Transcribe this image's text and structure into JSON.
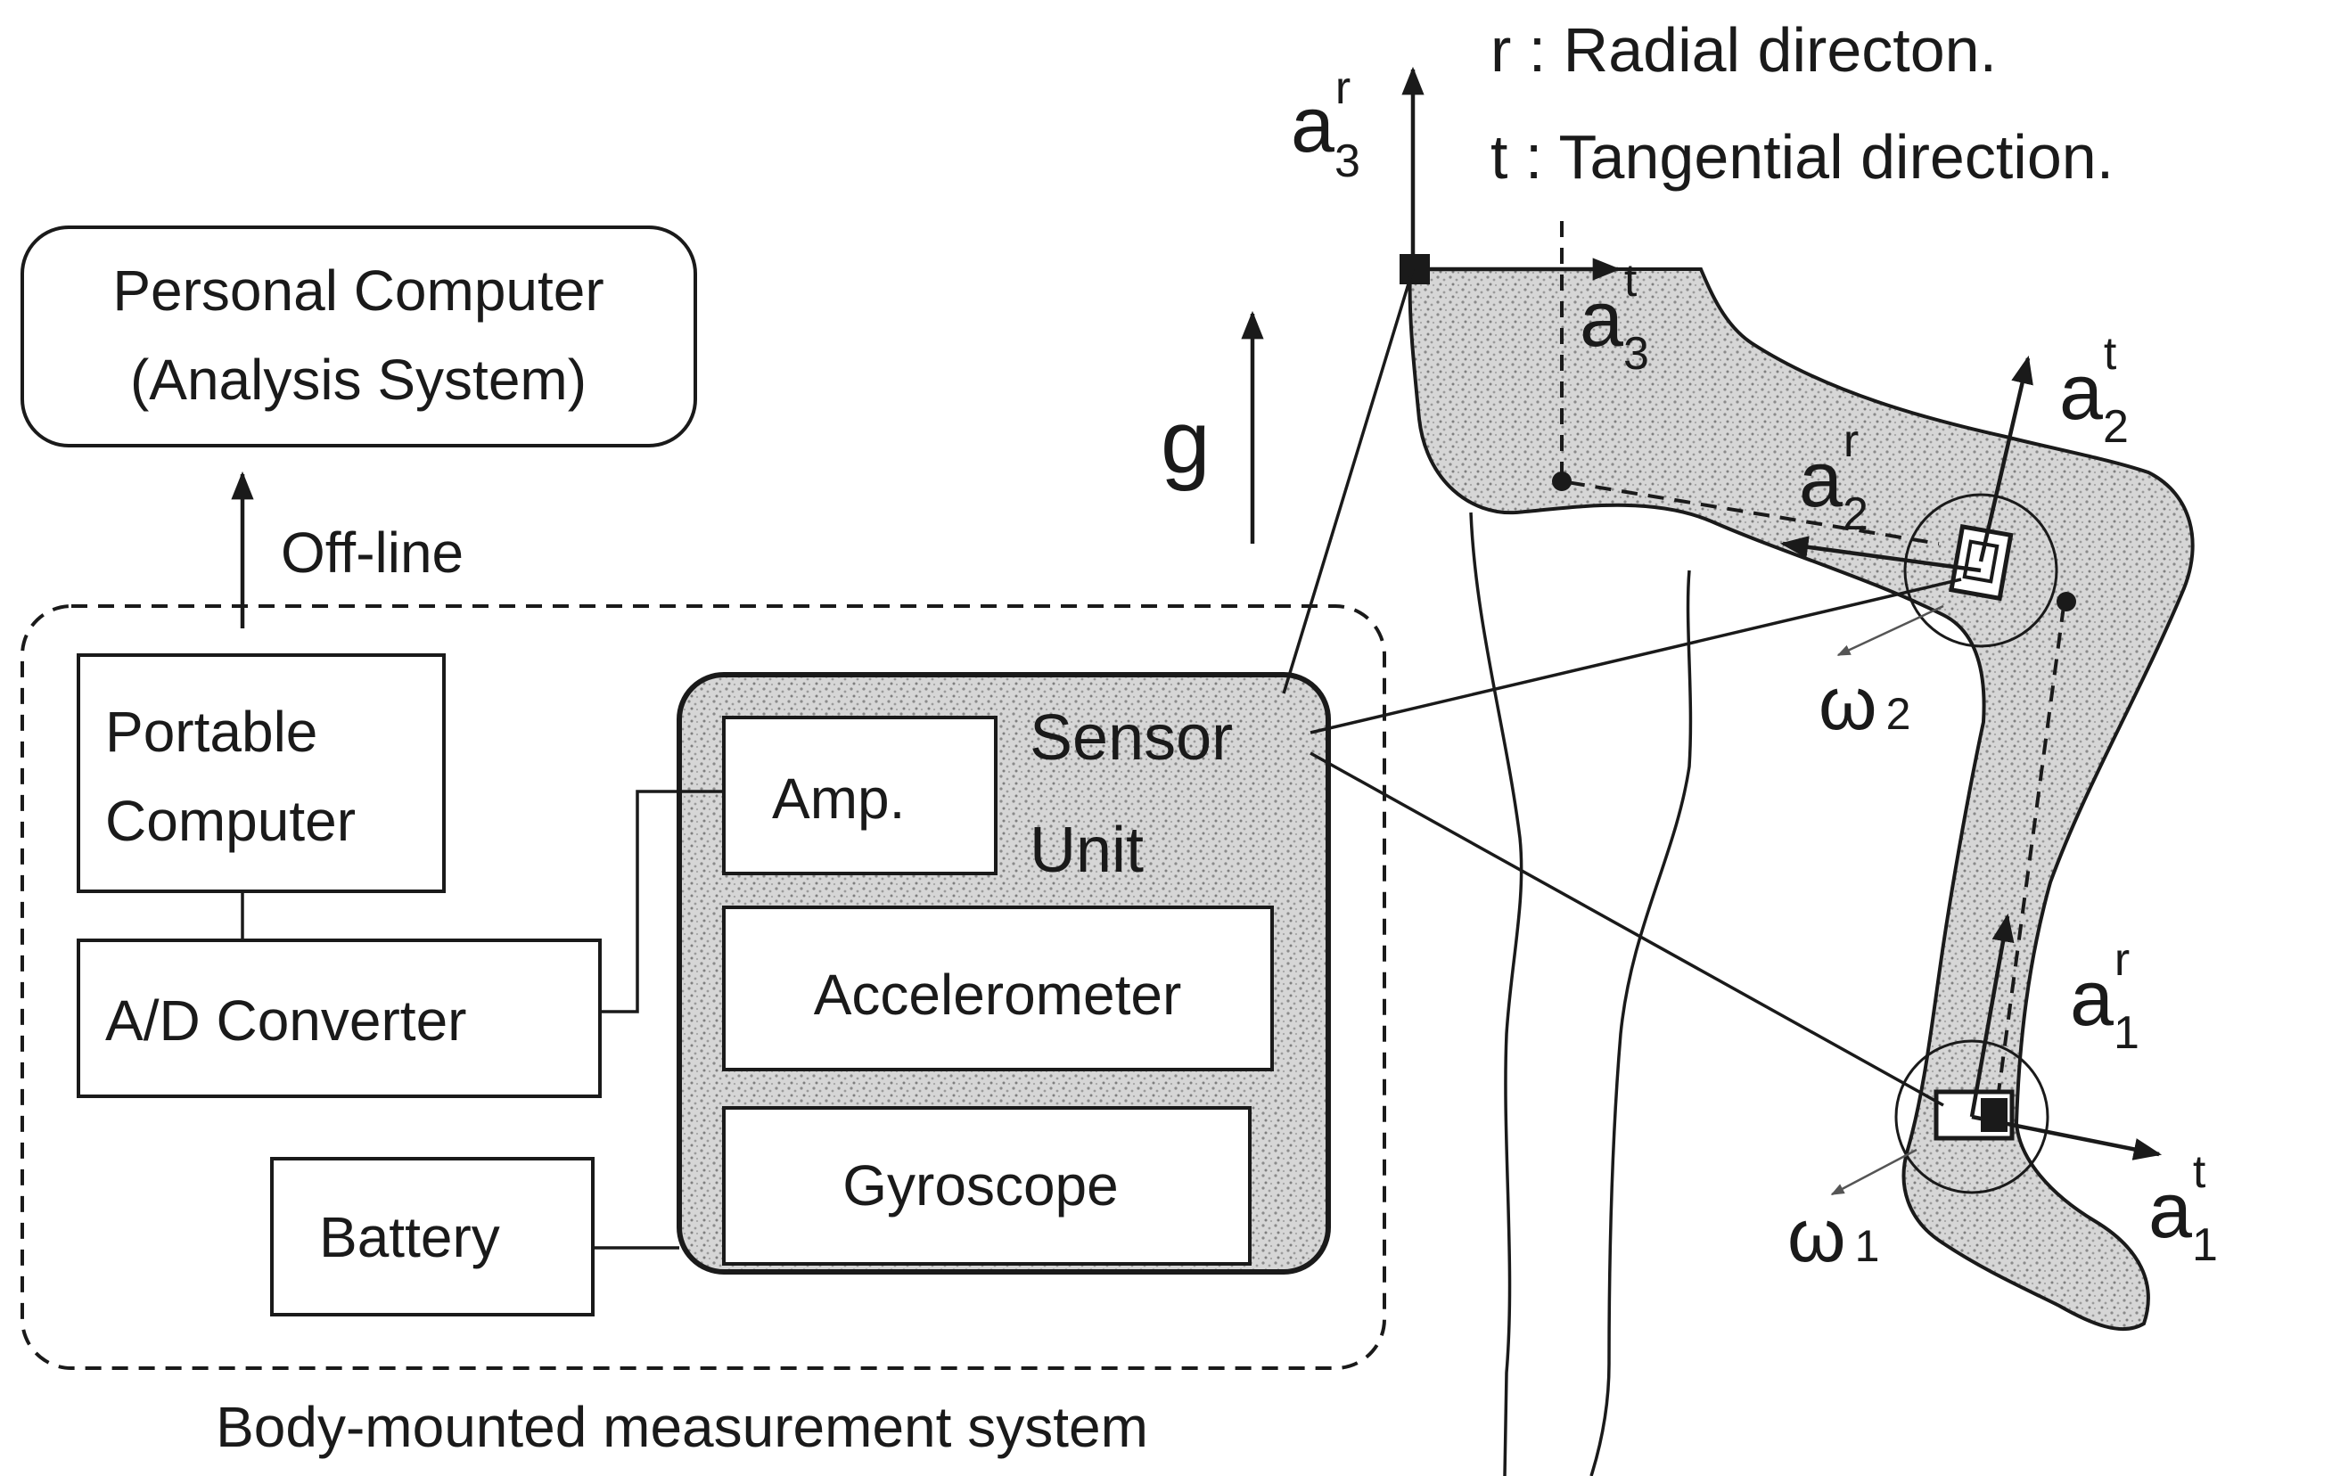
{
  "legend": {
    "radial": "r : Radial directon.",
    "tangential": "t : Tangential direction."
  },
  "blocks": {
    "personal_computer_line1": "Personal Computer",
    "personal_computer_line2": "(Analysis System)",
    "offline": "Off-line",
    "portable_computer_line1": "Portable",
    "portable_computer_line2": "Computer",
    "ad_converter": "A/D Converter",
    "battery": "Battery",
    "amp": "Amp.",
    "sensor_unit_line1": "Sensor",
    "sensor_unit_line2": "Unit",
    "accelerometer": "Accelerometer",
    "gyroscope": "Gyroscope",
    "system_caption": "Body-mounted measurement system"
  },
  "vectors": {
    "a3r": {
      "base": "a",
      "sub": "3",
      "sup": "r"
    },
    "a3t": {
      "base": "a",
      "sub": "3",
      "sup": "t"
    },
    "a2t": {
      "base": "a",
      "sub": "2",
      "sup": "t"
    },
    "a2r": {
      "base": "a",
      "sub": "2",
      "sup": "r"
    },
    "a1r": {
      "base": "a",
      "sub": "1",
      "sup": "r"
    },
    "a1t": {
      "base": "a",
      "sub": "1",
      "sup": "t"
    },
    "w2": {
      "base": "ω",
      "sub": "2"
    },
    "w1": {
      "base": "ω",
      "sub": "1"
    },
    "g": "g"
  }
}
